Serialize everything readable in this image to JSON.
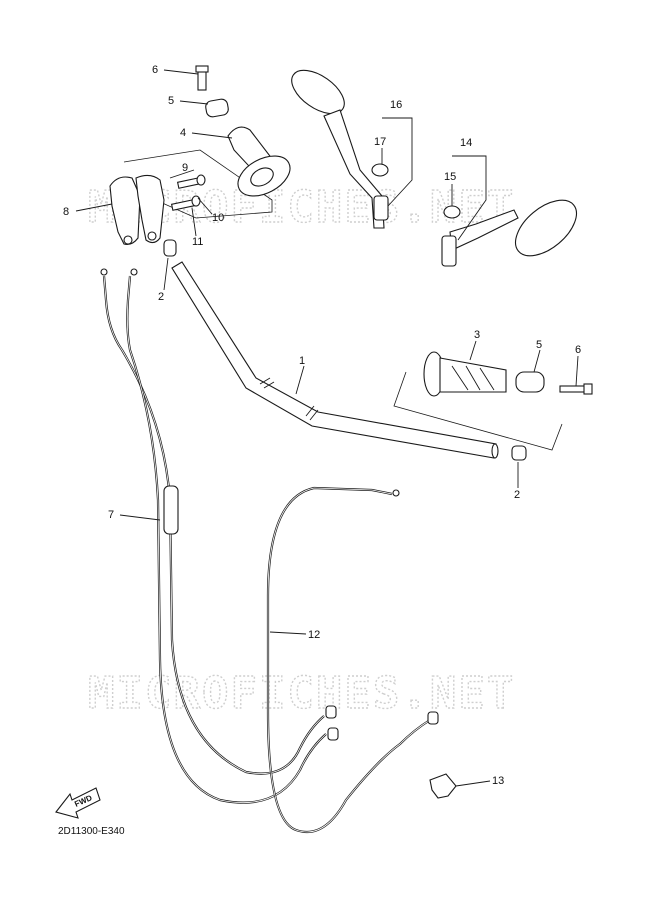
{
  "diagram_code": "2D11300-E340",
  "watermark": "MICROFICHES.NET",
  "fwd_label": "FWD",
  "callouts": {
    "c1": "1",
    "c2a": "2",
    "c2b": "2",
    "c3": "3",
    "c4": "4",
    "c5a": "5",
    "c5b": "5",
    "c6a": "6",
    "c6b": "6",
    "c7": "7",
    "c8": "8",
    "c9": "9",
    "c10": "10",
    "c11": "11",
    "c12": "12",
    "c13": "13",
    "c14": "14",
    "c15": "15",
    "c16": "16",
    "c17": "17"
  }
}
